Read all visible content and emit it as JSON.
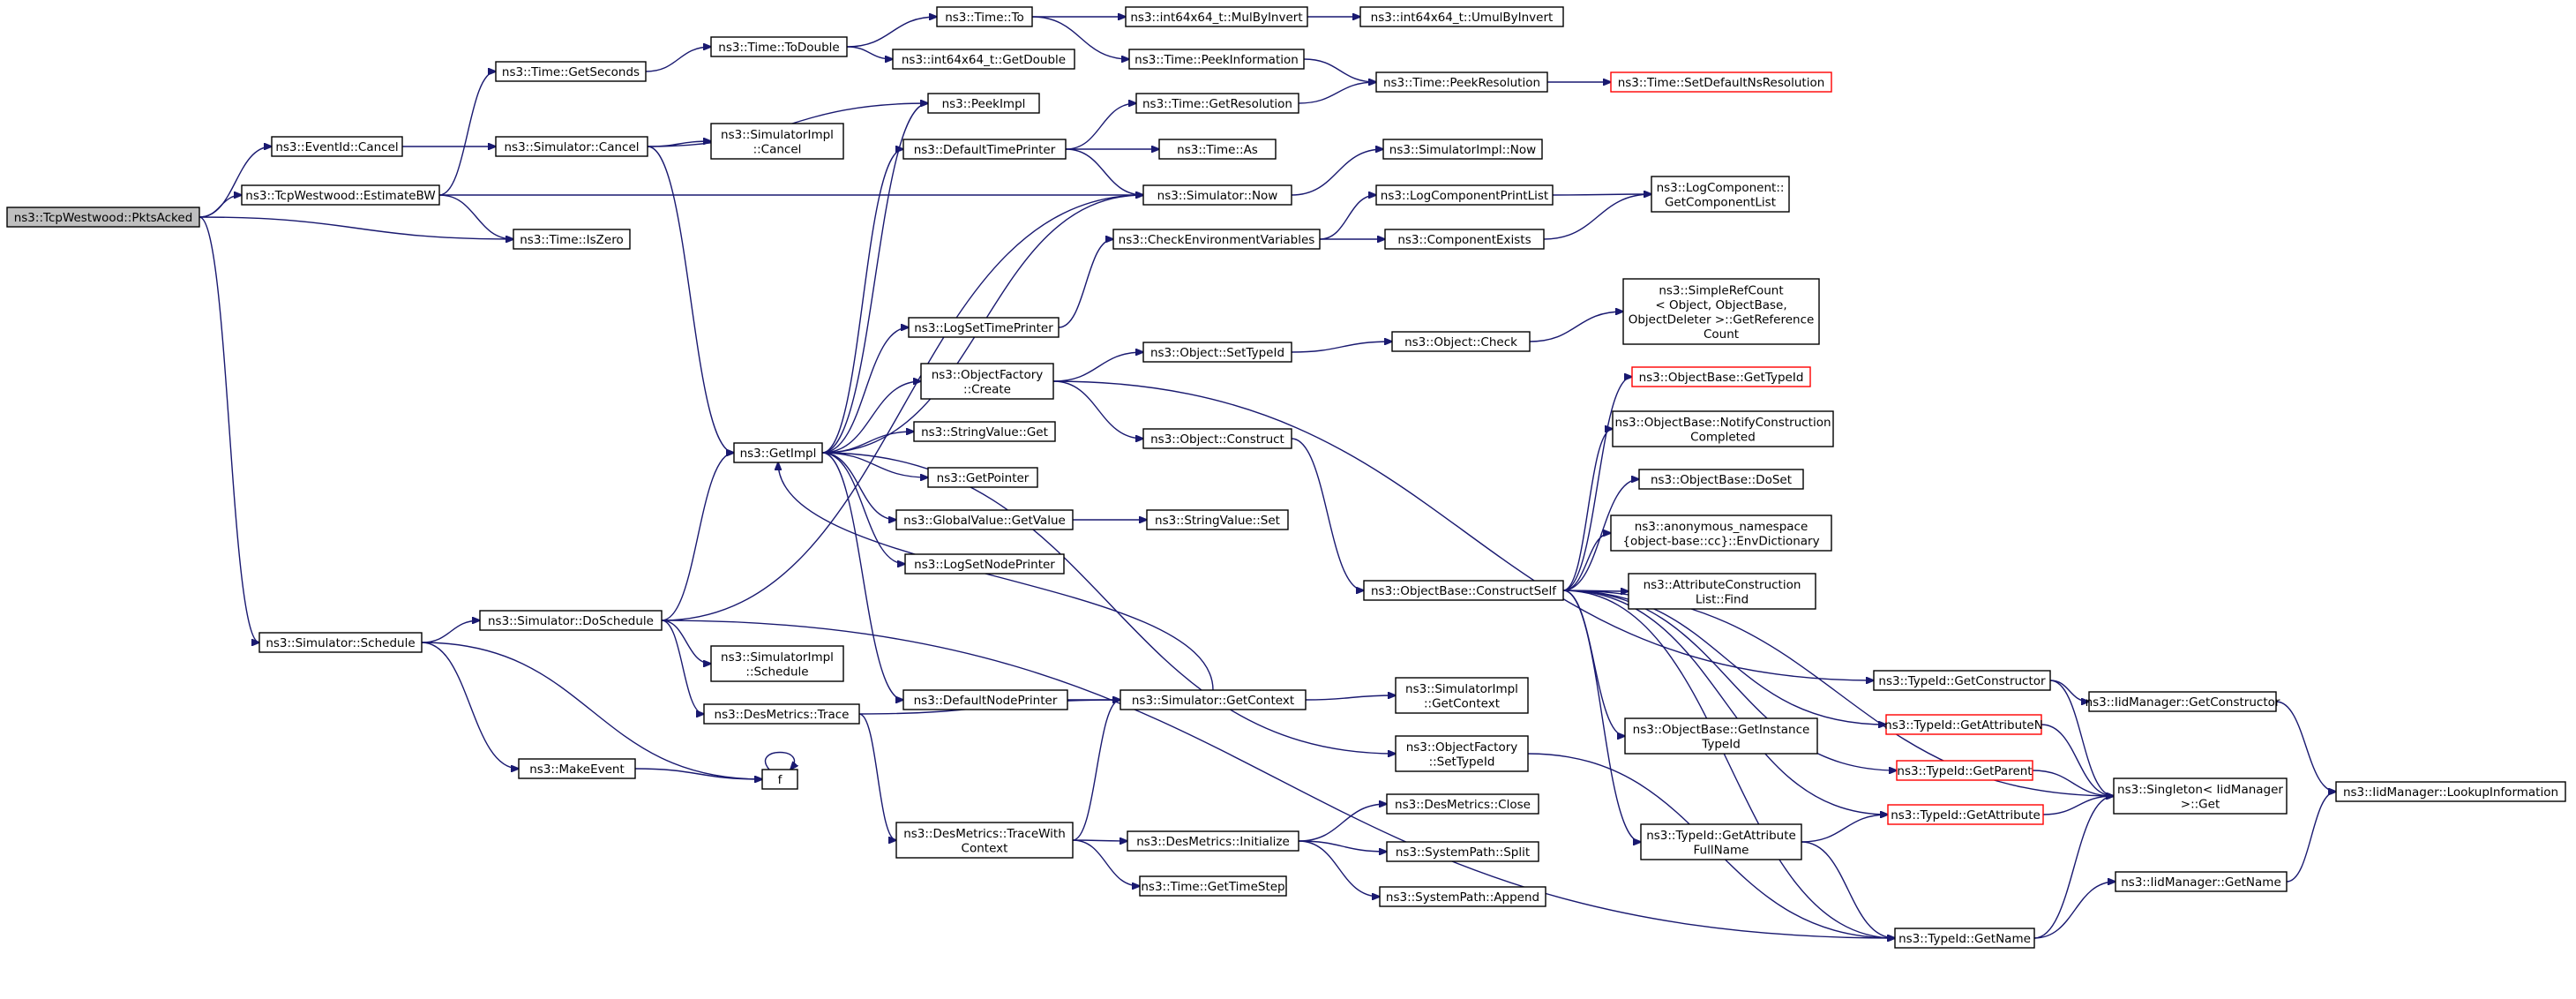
{
  "diagram": {
    "type": "call-graph",
    "colors": {
      "edge": "#191970",
      "root_fill": "#bfbfbf",
      "node_border": "#000000",
      "truncated_border": "#ff0000"
    },
    "nodes": [
      {
        "id": "pktsacked",
        "lines": [
          "ns3::TcpWestwood::PktsAcked"
        ],
        "root": true
      },
      {
        "id": "eventid_cancel",
        "lines": [
          "ns3::EventId::Cancel"
        ]
      },
      {
        "id": "estimatebw",
        "lines": [
          "ns3::TcpWestwood::EstimateBW"
        ]
      },
      {
        "id": "sim_schedule",
        "lines": [
          "ns3::Simulator::Schedule"
        ]
      },
      {
        "id": "time_getseconds",
        "lines": [
          "ns3::Time::GetSeconds"
        ]
      },
      {
        "id": "sim_cancel",
        "lines": [
          "ns3::Simulator::Cancel"
        ]
      },
      {
        "id": "time_iszero",
        "lines": [
          "ns3::Time::IsZero"
        ]
      },
      {
        "id": "sim_doschedule",
        "lines": [
          "ns3::Simulator::DoSchedule"
        ]
      },
      {
        "id": "makeevent",
        "lines": [
          "ns3::MakeEvent"
        ]
      },
      {
        "id": "f",
        "lines": [
          "f"
        ]
      },
      {
        "id": "time_todouble",
        "lines": [
          "ns3::Time::ToDouble"
        ]
      },
      {
        "id": "simimpl_cancel",
        "lines": [
          "ns3::SimulatorImpl",
          "::Cancel"
        ]
      },
      {
        "id": "getimpl",
        "lines": [
          "ns3::GetImpl"
        ]
      },
      {
        "id": "simimpl_schedule",
        "lines": [
          "ns3::SimulatorImpl",
          "::Schedule"
        ]
      },
      {
        "id": "desmetrics_trace",
        "lines": [
          "ns3::DesMetrics::Trace"
        ]
      },
      {
        "id": "time_to",
        "lines": [
          "ns3::Time::To"
        ]
      },
      {
        "id": "int64_getdouble",
        "lines": [
          "ns3::int64x64_t::GetDouble"
        ]
      },
      {
        "id": "peekimpl",
        "lines": [
          "ns3::PeekImpl"
        ]
      },
      {
        "id": "defaulttimeprinter",
        "lines": [
          "ns3::DefaultTimePrinter"
        ]
      },
      {
        "id": "logsettimeprinter",
        "lines": [
          "ns3::LogSetTimePrinter"
        ]
      },
      {
        "id": "objectfactory_create",
        "lines": [
          "ns3::ObjectFactory",
          "::Create"
        ]
      },
      {
        "id": "stringvalue_get",
        "lines": [
          "ns3::StringValue::Get"
        ]
      },
      {
        "id": "getpointer",
        "lines": [
          "ns3::GetPointer"
        ]
      },
      {
        "id": "globalvalue_getvalue",
        "lines": [
          "ns3::GlobalValue::GetValue"
        ]
      },
      {
        "id": "logsetnodeprinter",
        "lines": [
          "ns3::LogSetNodePrinter"
        ]
      },
      {
        "id": "defaultnodeprinter",
        "lines": [
          "ns3::DefaultNodePrinter"
        ]
      },
      {
        "id": "desmetrics_tracewithcontext",
        "lines": [
          "ns3::DesMetrics::TraceWith",
          "Context"
        ]
      },
      {
        "id": "int64_mulbyinvert",
        "lines": [
          "ns3::int64x64_t::MulByInvert"
        ]
      },
      {
        "id": "time_peekinformation",
        "lines": [
          "ns3::Time::PeekInformation"
        ]
      },
      {
        "id": "time_getresolution",
        "lines": [
          "ns3::Time::GetResolution"
        ]
      },
      {
        "id": "time_as",
        "lines": [
          "ns3::Time::As"
        ]
      },
      {
        "id": "sim_now",
        "lines": [
          "ns3::Simulator::Now"
        ]
      },
      {
        "id": "checkenv",
        "lines": [
          "ns3::CheckEnvironmentVariables"
        ]
      },
      {
        "id": "object_settypeid",
        "lines": [
          "ns3::Object::SetTypeId"
        ]
      },
      {
        "id": "object_construct",
        "lines": [
          "ns3::Object::Construct"
        ]
      },
      {
        "id": "stringvalue_set",
        "lines": [
          "ns3::StringValue::Set"
        ]
      },
      {
        "id": "sim_getcontext",
        "lines": [
          "ns3::Simulator::GetContext"
        ]
      },
      {
        "id": "desmetrics_initialize",
        "lines": [
          "ns3::DesMetrics::Initialize"
        ]
      },
      {
        "id": "time_gettimestep",
        "lines": [
          "ns3::Time::GetTimeStep"
        ]
      },
      {
        "id": "int64_umulbyinvert",
        "lines": [
          "ns3::int64x64_t::UmulByInvert"
        ]
      },
      {
        "id": "time_peekresolution",
        "lines": [
          "ns3::Time::PeekResolution"
        ]
      },
      {
        "id": "simimpl_now",
        "lines": [
          "ns3::SimulatorImpl::Now"
        ]
      },
      {
        "id": "logcomponentprintlist",
        "lines": [
          "ns3::LogComponentPrintList"
        ]
      },
      {
        "id": "componentexists",
        "lines": [
          "ns3::ComponentExists"
        ]
      },
      {
        "id": "object_check",
        "lines": [
          "ns3::Object::Check"
        ]
      },
      {
        "id": "objectbase_constructself",
        "lines": [
          "ns3::ObjectBase::ConstructSelf"
        ]
      },
      {
        "id": "simimpl_getcontext",
        "lines": [
          "ns3::SimulatorImpl",
          "::GetContext"
        ]
      },
      {
        "id": "objectfactory_settypeid",
        "lines": [
          "ns3::ObjectFactory",
          "::SetTypeId"
        ]
      },
      {
        "id": "desmetrics_close",
        "lines": [
          "ns3::DesMetrics::Close"
        ]
      },
      {
        "id": "systempath_split",
        "lines": [
          "ns3::SystemPath::Split"
        ]
      },
      {
        "id": "systempath_append",
        "lines": [
          "ns3::SystemPath::Append"
        ]
      },
      {
        "id": "time_setdefaultnsresolution",
        "lines": [
          "ns3::Time::SetDefaultNsResolution"
        ],
        "truncated": true
      },
      {
        "id": "logcomponent_getcomponentlist",
        "lines": [
          "ns3::LogComponent::",
          "GetComponentList"
        ]
      },
      {
        "id": "simplerefcount",
        "lines": [
          "ns3::SimpleRefCount",
          "< Object, ObjectBase,",
          "ObjectDeleter >::GetReference",
          "Count"
        ]
      },
      {
        "id": "objectbase_gettypeid",
        "lines": [
          "ns3::ObjectBase::GetTypeId"
        ],
        "truncated": true
      },
      {
        "id": "objectbase_notifyconstructioncompleted",
        "lines": [
          "ns3::ObjectBase::NotifyConstruction",
          "Completed"
        ]
      },
      {
        "id": "objectbase_doset",
        "lines": [
          "ns3::ObjectBase::DoSet"
        ]
      },
      {
        "id": "anon_envdictionary",
        "lines": [
          "ns3::anonymous_namespace",
          "{object-base::cc}::EnvDictionary"
        ]
      },
      {
        "id": "attributeconstructionlist_find",
        "lines": [
          "ns3::AttributeConstruction",
          "List::Find"
        ]
      },
      {
        "id": "objectbase_getinstancetypeid",
        "lines": [
          "ns3::ObjectBase::GetInstance",
          "TypeId"
        ]
      },
      {
        "id": "typeid_getattributefullname",
        "lines": [
          "ns3::TypeId::GetAttribute",
          "FullName"
        ]
      },
      {
        "id": "typeid_getconstructor",
        "lines": [
          "ns3::TypeId::GetConstructor"
        ]
      },
      {
        "id": "typeid_getattributen",
        "lines": [
          "ns3::TypeId::GetAttributeN"
        ],
        "truncated": true
      },
      {
        "id": "typeid_getparent",
        "lines": [
          "ns3::TypeId::GetParent"
        ],
        "truncated": true
      },
      {
        "id": "typeid_getattribute",
        "lines": [
          "ns3::TypeId::GetAttribute"
        ],
        "truncated": true
      },
      {
        "id": "typeid_getname",
        "lines": [
          "ns3::TypeId::GetName"
        ]
      },
      {
        "id": "iidmanager_getconstructor",
        "lines": [
          "ns3::IidManager::GetConstructor"
        ]
      },
      {
        "id": "singleton_get",
        "lines": [
          "ns3::Singleton< IidManager",
          ">::Get"
        ]
      },
      {
        "id": "iidmanager_getname",
        "lines": [
          "ns3::IidManager::GetName"
        ]
      },
      {
        "id": "iidmanager_lookupinformation",
        "lines": [
          "ns3::IidManager::LookupInformation"
        ]
      }
    ],
    "edges": [
      [
        "pktsacked",
        "eventid_cancel"
      ],
      [
        "pktsacked",
        "estimatebw"
      ],
      [
        "pktsacked",
        "time_iszero"
      ],
      [
        "pktsacked",
        "sim_schedule"
      ],
      [
        "eventid_cancel",
        "sim_cancel"
      ],
      [
        "estimatebw",
        "time_getseconds"
      ],
      [
        "estimatebw",
        "sim_now"
      ],
      [
        "estimatebw",
        "time_iszero"
      ],
      [
        "time_getseconds",
        "time_todouble"
      ],
      [
        "time_todouble",
        "time_to"
      ],
      [
        "time_todouble",
        "int64_getdouble"
      ],
      [
        "time_to",
        "int64_mulbyinvert"
      ],
      [
        "time_to",
        "time_peekinformation"
      ],
      [
        "int64_mulbyinvert",
        "int64_umulbyinvert"
      ],
      [
        "time_peekinformation",
        "time_peekresolution"
      ],
      [
        "time_peekresolution",
        "time_setdefaultnsresolution"
      ],
      [
        "sim_cancel",
        "peekimpl"
      ],
      [
        "sim_cancel",
        "simimpl_cancel"
      ],
      [
        "sim_cancel",
        "getimpl"
      ],
      [
        "sim_schedule",
        "sim_doschedule"
      ],
      [
        "sim_schedule",
        "makeevent"
      ],
      [
        "sim_schedule",
        "f"
      ],
      [
        "makeevent",
        "f"
      ],
      [
        "f",
        "f"
      ],
      [
        "sim_doschedule",
        "getimpl"
      ],
      [
        "sim_doschedule",
        "simimpl_schedule"
      ],
      [
        "sim_doschedule",
        "desmetrics_trace"
      ],
      [
        "sim_doschedule",
        "sim_now"
      ],
      [
        "sim_doschedule",
        "typeid_getname"
      ],
      [
        "desmetrics_trace",
        "sim_getcontext"
      ],
      [
        "desmetrics_trace",
        "desmetrics_tracewithcontext"
      ],
      [
        "getimpl",
        "peekimpl"
      ],
      [
        "getimpl",
        "defaulttimeprinter"
      ],
      [
        "getimpl",
        "sim_now"
      ],
      [
        "getimpl",
        "logsettimeprinter"
      ],
      [
        "getimpl",
        "objectfactory_create"
      ],
      [
        "getimpl",
        "stringvalue_get"
      ],
      [
        "getimpl",
        "getpointer"
      ],
      [
        "getimpl",
        "globalvalue_getvalue"
      ],
      [
        "getimpl",
        "logsetnodeprinter"
      ],
      [
        "getimpl",
        "defaultnodeprinter"
      ],
      [
        "getimpl",
        "objectfactory_settypeid"
      ],
      [
        "sim_getcontext",
        "getimpl"
      ],
      [
        "defaulttimeprinter",
        "time_getresolution"
      ],
      [
        "defaulttimeprinter",
        "time_as"
      ],
      [
        "defaulttimeprinter",
        "sim_now"
      ],
      [
        "time_getresolution",
        "time_peekresolution"
      ],
      [
        "sim_now",
        "simimpl_now"
      ],
      [
        "logsettimeprinter",
        "checkenv"
      ],
      [
        "checkenv",
        "logcomponentprintlist"
      ],
      [
        "checkenv",
        "componentexists"
      ],
      [
        "logcomponentprintlist",
        "logcomponent_getcomponentlist"
      ],
      [
        "componentexists",
        "logcomponent_getcomponentlist"
      ],
      [
        "objectfactory_create",
        "object_settypeid"
      ],
      [
        "objectfactory_create",
        "object_construct"
      ],
      [
        "objectfactory_create",
        "typeid_getconstructor"
      ],
      [
        "object_settypeid",
        "object_check"
      ],
      [
        "object_check",
        "simplerefcount"
      ],
      [
        "object_construct",
        "objectbase_constructself"
      ],
      [
        "globalvalue_getvalue",
        "stringvalue_set"
      ],
      [
        "defaultnodeprinter",
        "sim_getcontext"
      ],
      [
        "sim_getcontext",
        "simimpl_getcontext"
      ],
      [
        "desmetrics_tracewithcontext",
        "sim_getcontext"
      ],
      [
        "desmetrics_tracewithcontext",
        "desmetrics_initialize"
      ],
      [
        "desmetrics_tracewithcontext",
        "time_gettimestep"
      ],
      [
        "desmetrics_initialize",
        "desmetrics_close"
      ],
      [
        "desmetrics_initialize",
        "systempath_split"
      ],
      [
        "desmetrics_initialize",
        "systempath_append"
      ],
      [
        "objectfactory_settypeid",
        "typeid_getname"
      ],
      [
        "objectbase_constructself",
        "objectbase_gettypeid"
      ],
      [
        "objectbase_constructself",
        "objectbase_notifyconstructioncompleted"
      ],
      [
        "objectbase_constructself",
        "objectbase_doset"
      ],
      [
        "objectbase_constructself",
        "anon_envdictionary"
      ],
      [
        "objectbase_constructself",
        "attributeconstructionlist_find"
      ],
      [
        "objectbase_constructself",
        "objectbase_getinstancetypeid"
      ],
      [
        "objectbase_constructself",
        "typeid_getattributefullname"
      ],
      [
        "objectbase_constructself",
        "typeid_getattributen"
      ],
      [
        "objectbase_constructself",
        "typeid_getparent"
      ],
      [
        "objectbase_constructself",
        "typeid_getattribute"
      ],
      [
        "objectbase_constructself",
        "typeid_getname"
      ],
      [
        "objectbase_constructself",
        "singleton_get"
      ],
      [
        "typeid_getattributefullname",
        "typeid_getattribute"
      ],
      [
        "typeid_getattributefullname",
        "typeid_getname"
      ],
      [
        "typeid_getconstructor",
        "iidmanager_getconstructor"
      ],
      [
        "typeid_getconstructor",
        "singleton_get"
      ],
      [
        "typeid_getattributen",
        "singleton_get"
      ],
      [
        "typeid_getparent",
        "singleton_get"
      ],
      [
        "typeid_getattribute",
        "singleton_get"
      ],
      [
        "typeid_getname",
        "singleton_get"
      ],
      [
        "typeid_getname",
        "iidmanager_getname"
      ],
      [
        "iidmanager_getconstructor",
        "iidmanager_lookupinformation"
      ],
      [
        "iidmanager_getname",
        "iidmanager_lookupinformation"
      ]
    ]
  }
}
